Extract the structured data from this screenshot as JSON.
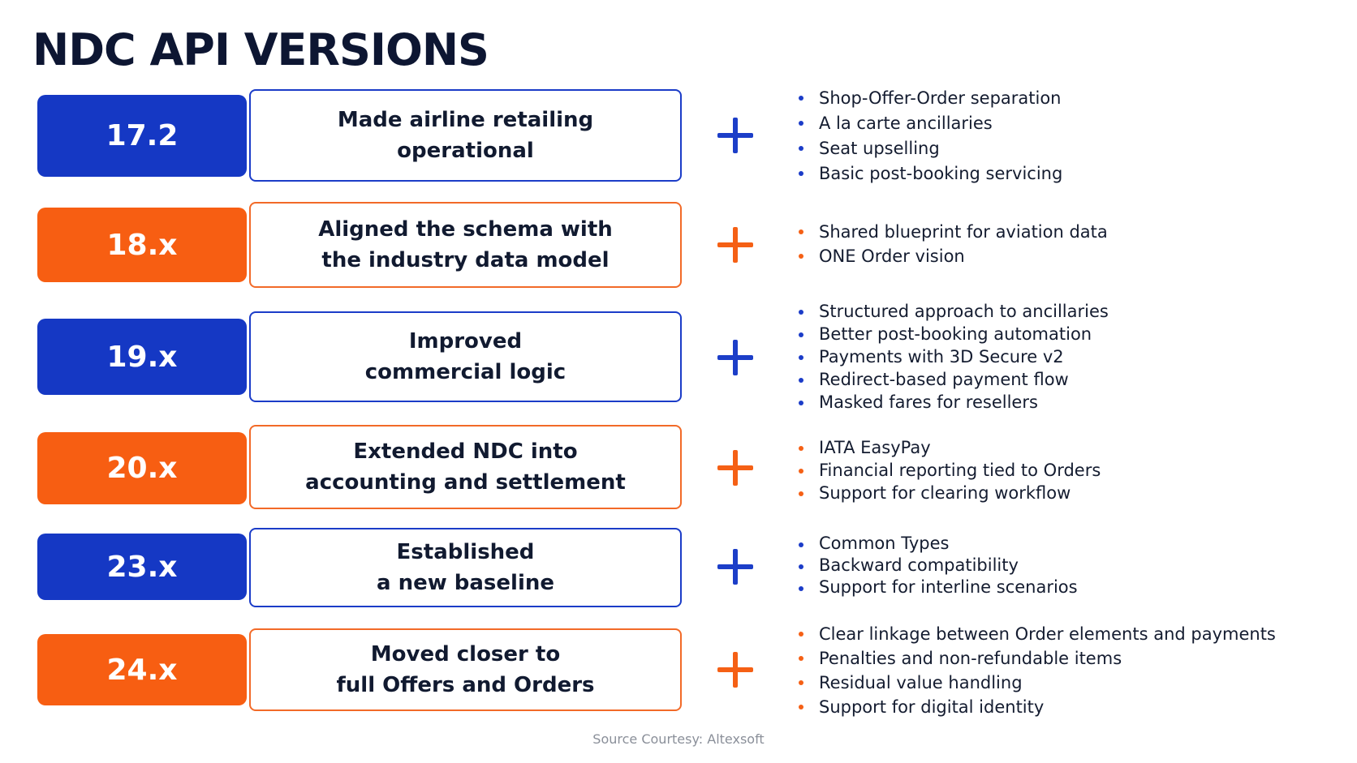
{
  "title": "NDC API VERSIONS",
  "colors": {
    "blue": "#1538c4",
    "orange": "#f75e12",
    "title": "#0d1632"
  },
  "versions": [
    {
      "version": "17.2",
      "color": "blue",
      "summary_lines": [
        "Made airline retailing",
        "operational"
      ],
      "bullets": [
        "Shop-Offer-Order separation",
        "A la carte ancillaries",
        "Seat upselling",
        "Basic post-booking servicing"
      ]
    },
    {
      "version": "18.x",
      "color": "orange",
      "summary_lines": [
        "Aligned the schema with",
        "the industry data model"
      ],
      "bullets": [
        "Shared blueprint for aviation data",
        "ONE Order vision"
      ]
    },
    {
      "version": "19.x",
      "color": "blue",
      "summary_lines": [
        "Improved",
        "commercial logic"
      ],
      "bullets": [
        "Structured approach to ancillaries",
        "Better post-booking automation",
        "Payments with 3D Secure v2",
        "Redirect-based payment flow",
        "Masked fares for resellers"
      ]
    },
    {
      "version": "20.x",
      "color": "orange",
      "summary_lines": [
        "Extended NDC into",
        "accounting and settlement"
      ],
      "bullets": [
        "IATA EasyPay",
        "Financial reporting tied to Orders",
        "Support for clearing workflow"
      ]
    },
    {
      "version": "23.x",
      "color": "blue",
      "summary_lines": [
        "Established",
        "a new baseline"
      ],
      "bullets": [
        "Common Types",
        "Backward compatibility",
        "Support for interline scenarios"
      ]
    },
    {
      "version": "24.x",
      "color": "orange",
      "summary_lines": [
        "Moved closer to",
        "full Offers and Orders"
      ],
      "bullets": [
        "Clear linkage between Order elements and payments",
        "Penalties and non-refundable items",
        "Residual value handling",
        "Support for digital identity"
      ]
    }
  ],
  "source": "Source Courtesy: Altexsoft"
}
